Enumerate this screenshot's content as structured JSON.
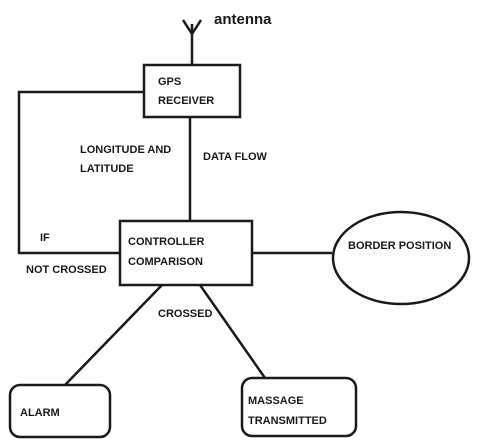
{
  "antenna_label": "antenna",
  "nodes": {
    "gps": {
      "line1": "GPS",
      "line2": "RECEIVER"
    },
    "controller": {
      "line1": "CONTROLLER",
      "line2": "COMPARISON"
    },
    "border": {
      "label": "BORDER POSITION"
    },
    "alarm": {
      "label": "ALARM"
    },
    "massage": {
      "line1": "MASSAGE",
      "line2": "TRANSMITTED"
    }
  },
  "edge_labels": {
    "longlat_line1": "LONGITUDE AND",
    "longlat_line2": "LATITUDE",
    "data_flow": "DATA FLOW",
    "if": "IF",
    "not_crossed": "NOT CROSSED",
    "crossed": "CROSSED"
  }
}
